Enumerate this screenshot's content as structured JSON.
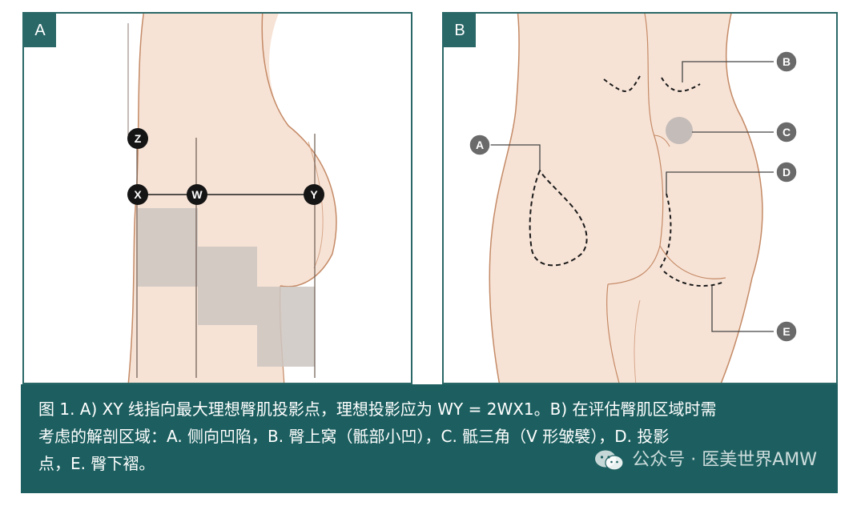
{
  "panels": {
    "a": {
      "tag": "A",
      "markers": {
        "z": "Z",
        "x": "X",
        "w": "W",
        "y": "Y"
      }
    },
    "b": {
      "tag": "B",
      "markers": {
        "a": "A",
        "b": "B",
        "c": "C",
        "d": "D",
        "e": "E"
      }
    }
  },
  "caption": {
    "line1": "图 1. A) XY 线指向最大理想臀肌投影点，理想投影应为 WY = 2WX1。B) 在评估臀肌区域时需",
    "line2": "考虑的解剖区域：A. 侧向凹陷，B. 臀上窝（骶部小凹），C. 骶三角（V 形皱襞），D. 投影",
    "line3": "点，E. 臀下褶。"
  },
  "watermark": {
    "text": "公众号 · 医美世界AMW",
    "icon": "wechat-icon"
  },
  "colors": {
    "frame": "#2a6767",
    "caption_bg": "#1d5f60",
    "skin": "#f7e3d6",
    "outline": "#c48a66",
    "shaded": "#cdc6c1",
    "marker_dark": "#151515",
    "marker_gray": "#6a6a6a"
  }
}
